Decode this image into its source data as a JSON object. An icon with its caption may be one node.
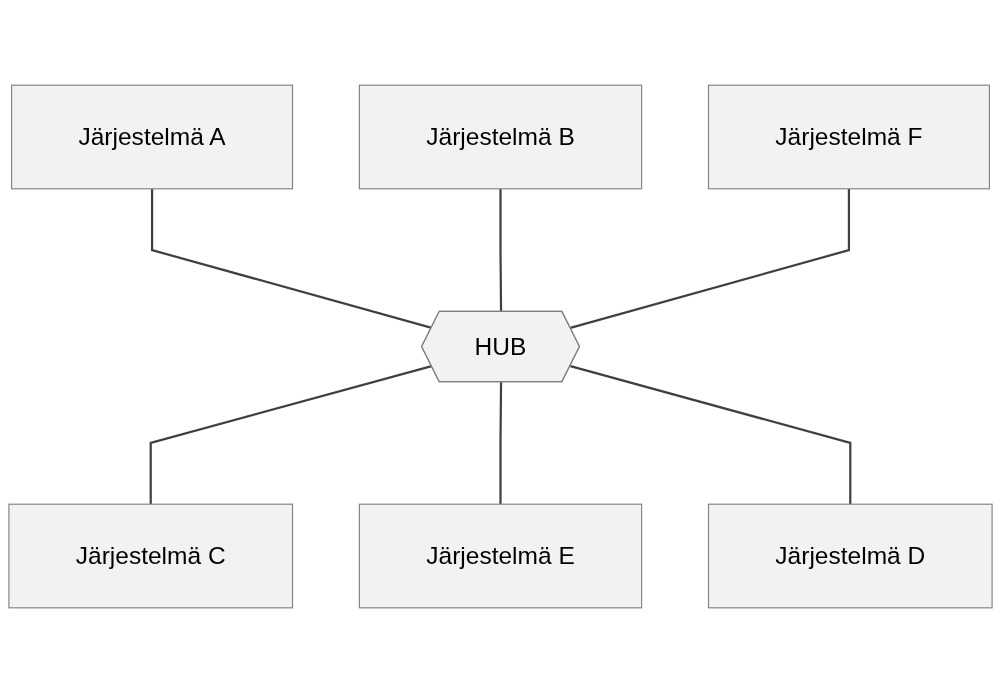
{
  "diagram": {
    "nodes": [
      {
        "text": [
          "Järjestelmä A"
        ]
      },
      {
        "text": [
          "Järjestelmä B"
        ]
      },
      {
        "text": [
          "Järjestelmä F"
        ]
      },
      {
        "text": [
          "HUB"
        ]
      },
      {
        "text": [
          "Järjestelmä C"
        ]
      },
      {
        "text": [
          "Järjestelmä E"
        ]
      },
      {
        "text": [
          "Järjestelmä D"
        ]
      }
    ],
    "edges": [
      {
        "from": 0,
        "to": 3,
        "arrow": "none"
      },
      {
        "from": 1,
        "to": 3,
        "arrow": "none"
      },
      {
        "from": 2,
        "to": 3,
        "arrow": "none"
      },
      {
        "from": 3,
        "to": 4,
        "arrow": "none"
      },
      {
        "from": 3,
        "to": 5,
        "arrow": "none"
      },
      {
        "from": 3,
        "to": 6,
        "arrow": "none"
      }
    ]
  }
}
